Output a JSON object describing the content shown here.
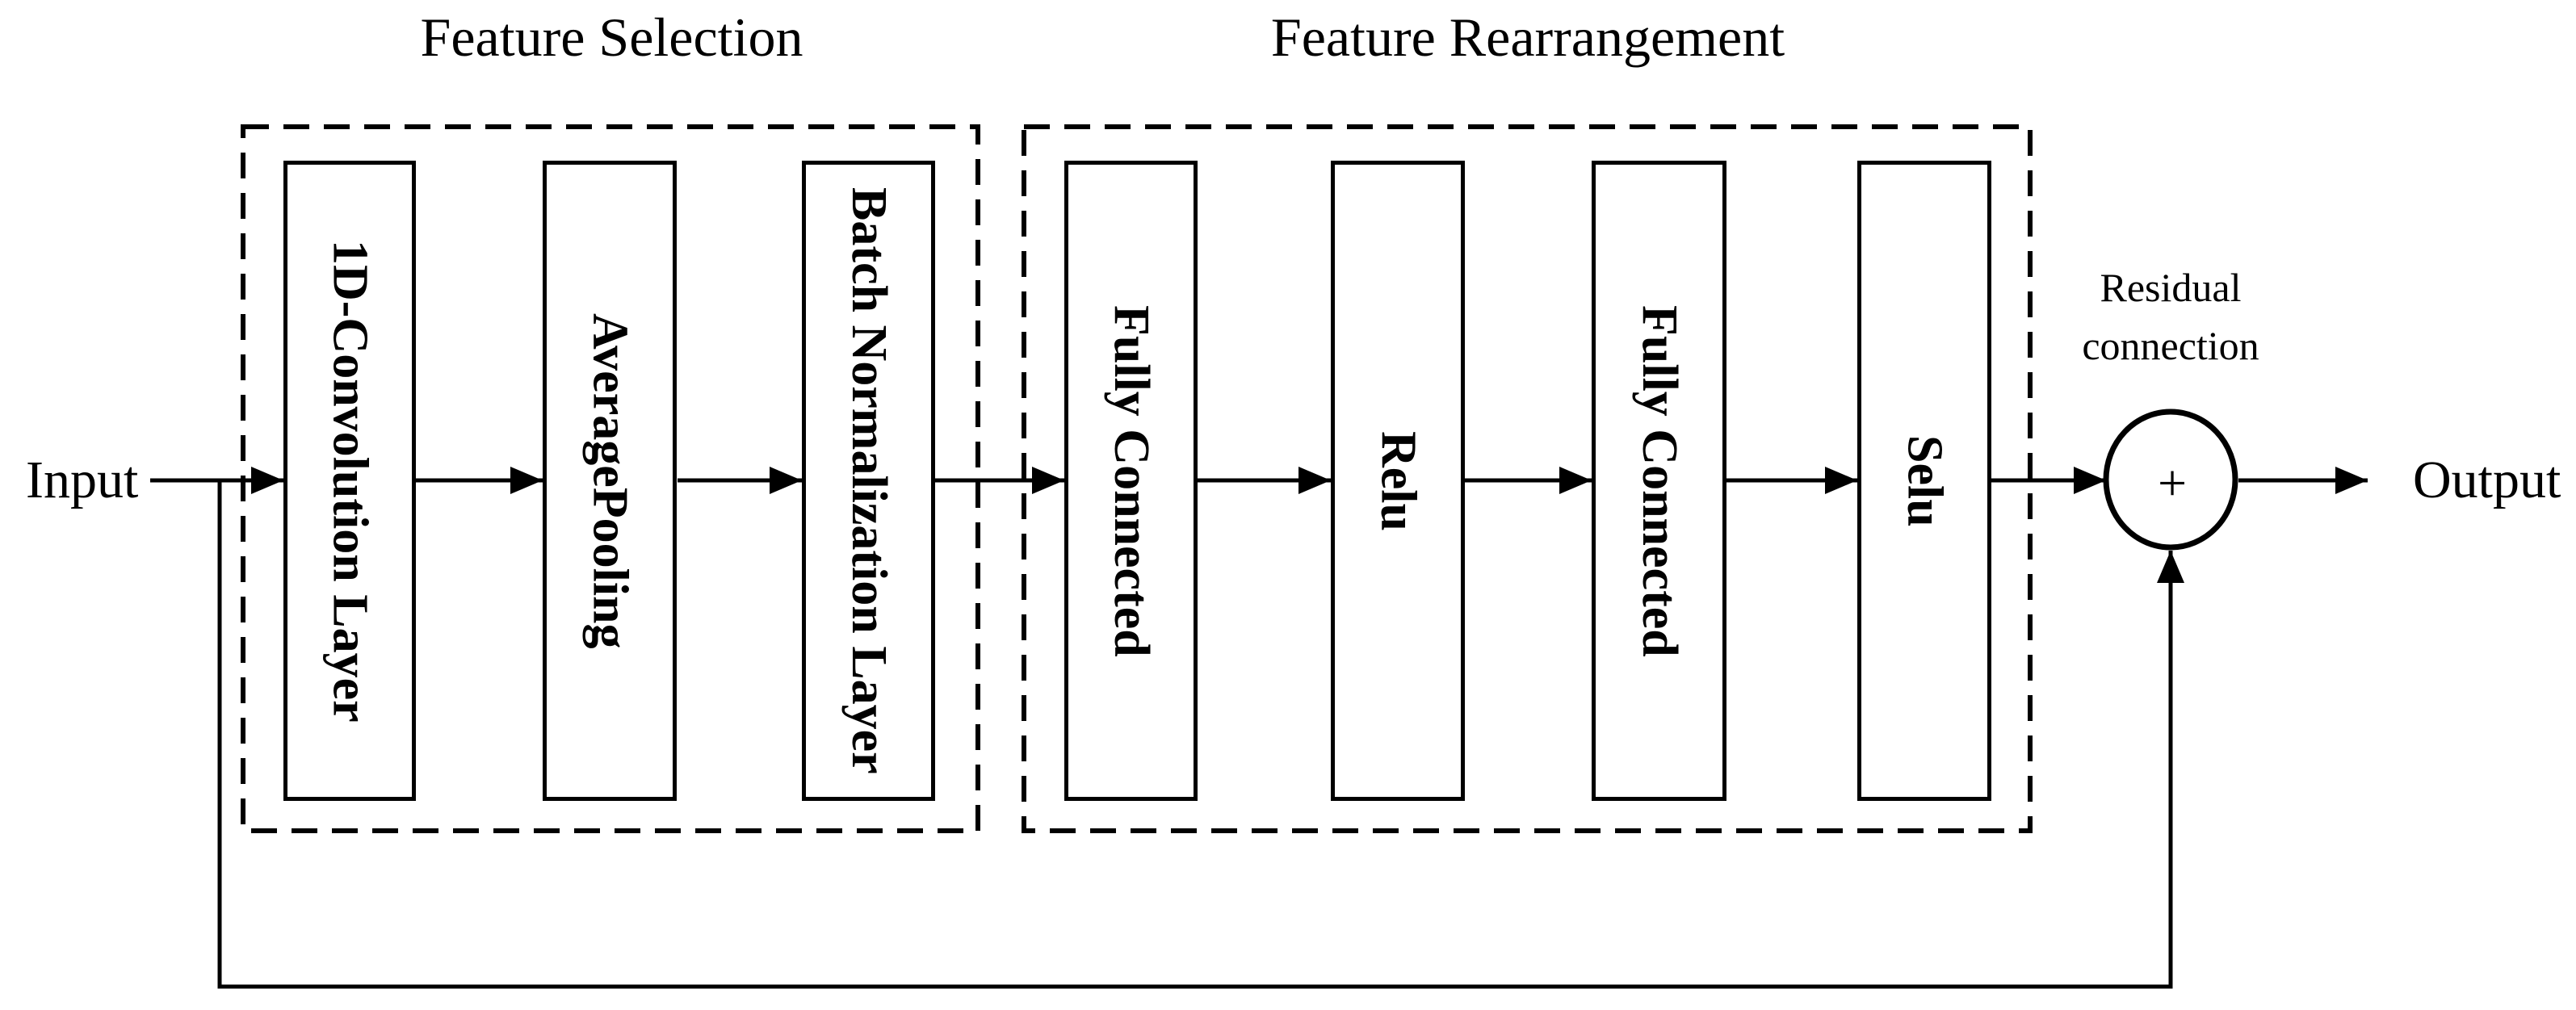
{
  "diagram": {
    "groups": [
      {
        "title": "Feature Selection",
        "boxes": [
          "1D-Convolution Layer",
          "AveragePooling",
          "Batch Normalization Layer"
        ]
      },
      {
        "title": "Feature Rearrangement",
        "boxes": [
          "Fully Connected",
          "Relu",
          "Fully Connected",
          "Selu"
        ]
      }
    ],
    "input_label": "Input",
    "output_label": "Output",
    "residual_label": {
      "line1": "Residual",
      "line2": "connection"
    },
    "sum_symbol": "+",
    "colors": {
      "ink": "#000000",
      "background": "#ffffff"
    }
  }
}
